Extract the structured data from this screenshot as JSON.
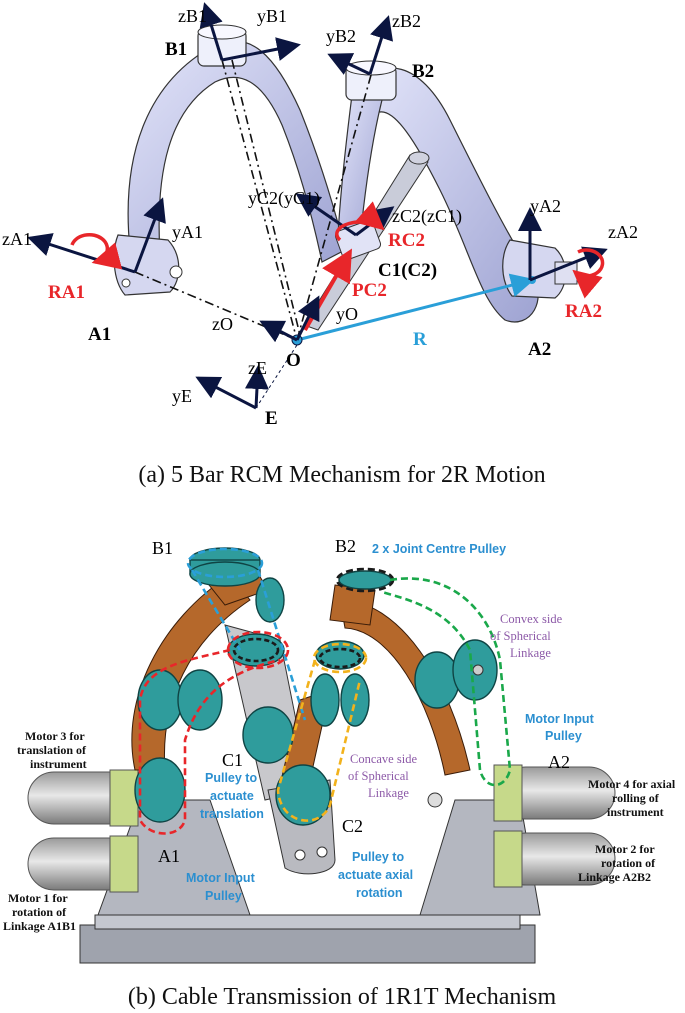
{
  "panel_a": {
    "caption": "(a) 5 Bar RCM Mechanism for 2R Motion",
    "labels": {
      "zB1": "zB1",
      "yB1": "yB1",
      "B1": "B1",
      "zB2": "zB2",
      "yB2": "yB2",
      "B2": "B2",
      "yC2yC1": "yC2(yC1)",
      "zC2zC1": "zC2(zC1)",
      "RC2": "RC2",
      "C1C2": "C1(C2)",
      "PC2": "PC2",
      "zA1": "zA1",
      "yA1": "yA1",
      "RA1": "RA1",
      "A1": "A1",
      "yA2": "yA2",
      "zA2": "zA2",
      "RA2": "RA2",
      "A2": "A2",
      "zO": "zO",
      "yO": "yO",
      "O": "O",
      "R": "R",
      "zE": "zE",
      "yE": "yE",
      "E": "E"
    }
  },
  "panel_b": {
    "caption": "(b) Cable Transmission of 1R1T Mechanism",
    "labels": {
      "B1": "B1",
      "B2": "B2",
      "joint_centre": "2 x Joint Centre Pulley",
      "convex_1": "Convex side",
      "convex_2": "of  Spherical",
      "convex_3": "Linkage",
      "motor_input_r_1": "Motor Input",
      "motor_input_r_2": "Pulley",
      "motor3_1": "Motor 3 for",
      "motor3_2": "translation of",
      "motor3_3": "instrument",
      "C1": "C1",
      "pulley_trans_1": "Pulley to",
      "pulley_trans_2": "actuate",
      "pulley_trans_3": "translation",
      "concave_1": "Concave side",
      "concave_2": "of  Spherical",
      "concave_3": "Linkage",
      "A2": "A2",
      "motor4_1": "Motor 4 for axial",
      "motor4_2": "rolling of",
      "motor4_3": "instrument",
      "A1": "A1",
      "C2": "C2",
      "pulley_rot_1": "Pulley to",
      "pulley_rot_2": "actuate axial",
      "pulley_rot_3": "rotation",
      "motor_input_l_1": "Motor Input",
      "motor_input_l_2": "Pulley",
      "motor2_1": "Motor 2 for",
      "motor2_2": "rotation of",
      "motor2_3": "Linkage A2B2",
      "motor1_1": "Motor 1 for",
      "motor1_2": "rotation of",
      "motor1_3": "Linkage A1B1"
    }
  },
  "colors": {
    "link_lavender": "#c8ccee",
    "copper": "#b5682b",
    "teal": "#2f9c9c",
    "red_marker": "#e8262a",
    "blue_marker": "#2a9fd8",
    "green_dash": "#1aa84a",
    "yellow_dash": "#f2b21c",
    "purple_text": "#8d5aa8"
  }
}
